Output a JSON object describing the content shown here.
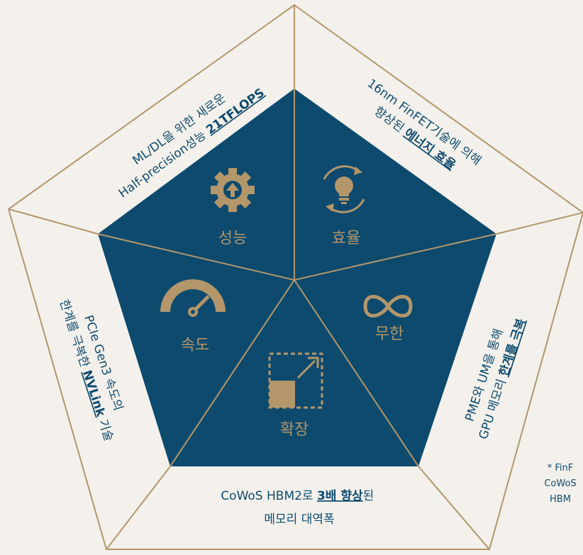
{
  "colors": {
    "background": "#f4f1ec",
    "inner": "#0d4a6e",
    "gold": "#b3966a",
    "text": "#0d4a6e"
  },
  "segments": [
    {
      "label": "성능",
      "icon": "gear-arrow-up-icon"
    },
    {
      "label": "효율",
      "icon": "lightbulb-cycle-icon"
    },
    {
      "label": "무한",
      "icon": "infinity-icon"
    },
    {
      "label": "확장",
      "icon": "expand-square-icon"
    },
    {
      "label": "속도",
      "icon": "speedometer-icon"
    }
  ],
  "outer": {
    "performance": {
      "line1": "ML/DL을 위한 새로운",
      "line2_pre": "Half-precision성능 ",
      "line2_hl": "21TFLOPS"
    },
    "efficiency": {
      "line1": "16nm FinFET기술에 의해",
      "line2_pre": "향상된 ",
      "line2_hl": "에너지 효율"
    },
    "infinite": {
      "line1": "PME와 UM을 통해",
      "line2_pre": "GPU 메모리 ",
      "line2_hl": "한계를 극복"
    },
    "expansion": {
      "line1_pre": "CoWoS HBM2로 ",
      "line1_hl": "3배 향상",
      "line1_post": "된",
      "line2": "메모리 대역폭"
    },
    "speed": {
      "line1": "PCIe Gen3 속도의",
      "line2_pre": "한계를 극복한 ",
      "line2_hl": "NVLink",
      "line2_post": " 기술"
    }
  },
  "footnote": [
    "* FinF",
    "CoWoS",
    "HBM"
  ]
}
